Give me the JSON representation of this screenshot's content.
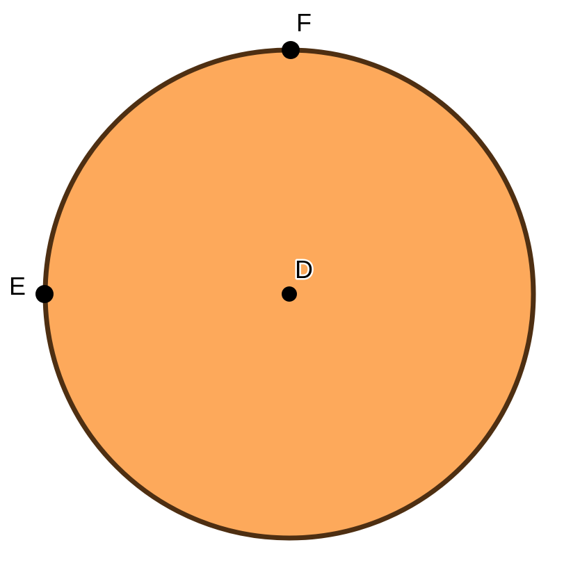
{
  "colors": {
    "circle_fill": "#FDA95B",
    "circle_stroke": "#4E2F12",
    "point": "#000000",
    "label_halo": "#FFFFFF"
  },
  "points": {
    "D": {
      "label": "D",
      "role": "center"
    },
    "E": {
      "label": "E",
      "role": "on-circle"
    },
    "F": {
      "label": "F",
      "role": "on-circle"
    }
  }
}
